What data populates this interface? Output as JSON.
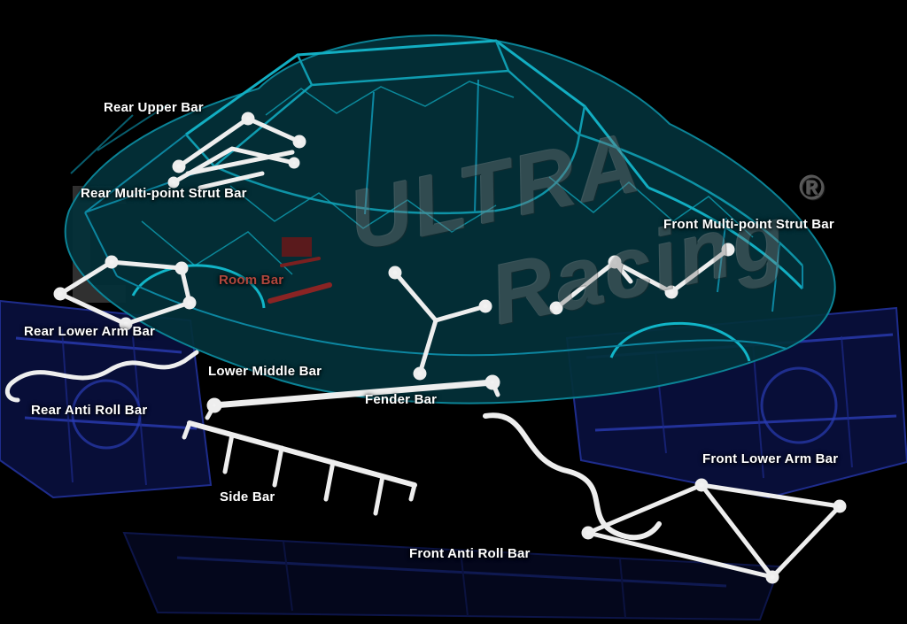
{
  "page": {
    "background": "#000000"
  },
  "watermark": {
    "line1": "ULTRA",
    "line2": "Racing",
    "registered": "®",
    "color": "#7d7d7d",
    "registered_color": "#8f8f8f"
  },
  "diagram": {
    "subject": "car-chassis-strut-bar-diagram",
    "colors": {
      "car_frame": "#0c96aa",
      "car_body_fill": "#03313a",
      "chassis_frame": "#2333a0",
      "chassis_fill": "#0a1140",
      "product_bars": "#eeeeee",
      "room_bar_accent": "#8a2424"
    },
    "labels": [
      {
        "key": "rear-upper-bar",
        "text": "Rear Upper Bar",
        "color": "#ffffff"
      },
      {
        "key": "rear-multi-point-strut-bar",
        "text": "Rear Multi-point Strut Bar",
        "color": "#ffffff"
      },
      {
        "key": "front-multi-point-strut-bar",
        "text": "Front Multi-point Strut Bar",
        "color": "#ffffff"
      },
      {
        "key": "room-bar",
        "text": "Room Bar",
        "color": "#b0473d"
      },
      {
        "key": "rear-lower-arm-bar",
        "text": "Rear Lower Arm Bar",
        "color": "#ffffff"
      },
      {
        "key": "lower-middle-bar",
        "text": "Lower Middle Bar",
        "color": "#ffffff"
      },
      {
        "key": "rear-anti-roll-bar",
        "text": "Rear Anti Roll Bar",
        "color": "#ffffff"
      },
      {
        "key": "fender-bar",
        "text": "Fender Bar",
        "color": "#ffffff"
      },
      {
        "key": "side-bar",
        "text": "Side Bar",
        "color": "#ffffff"
      },
      {
        "key": "front-anti-roll-bar",
        "text": "Front Anti Roll Bar",
        "color": "#ffffff"
      },
      {
        "key": "front-lower-arm-bar",
        "text": "Front Lower Arm Bar",
        "color": "#ffffff"
      }
    ]
  }
}
